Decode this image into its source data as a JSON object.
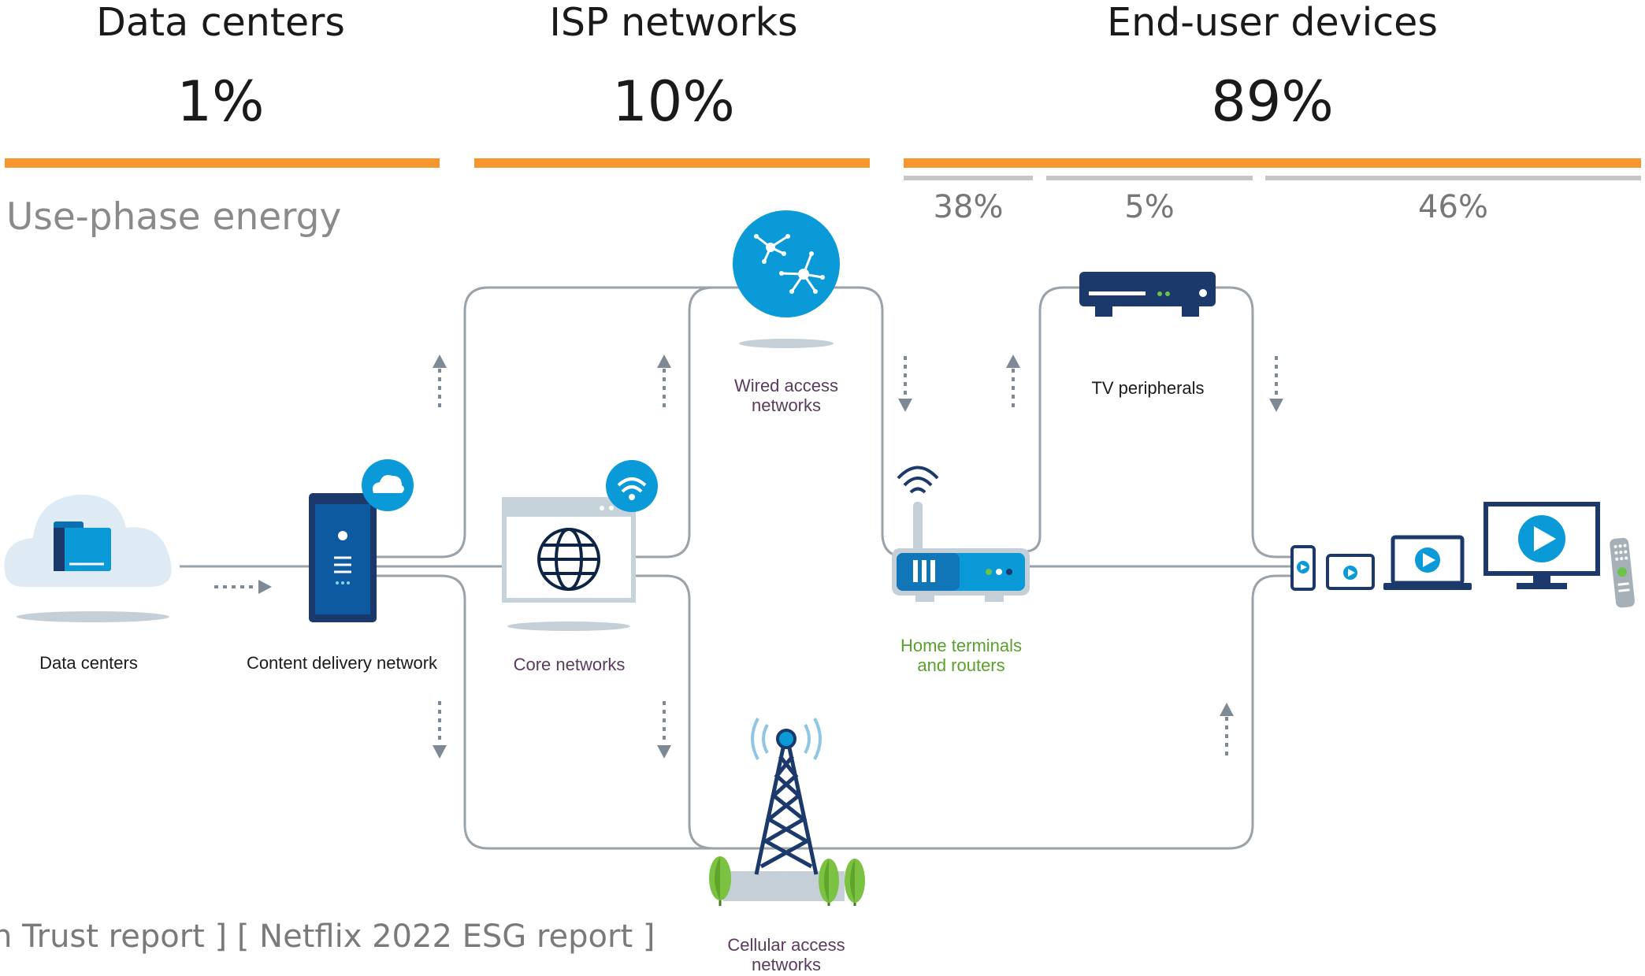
{
  "header": {
    "segments": [
      {
        "title": "Data centers",
        "percent": "1%"
      },
      {
        "title": "ISP networks",
        "percent": "10%"
      },
      {
        "title": "End-user devices",
        "percent": "89%"
      }
    ],
    "sub_percents": [
      "38%",
      "5%",
      "46%"
    ],
    "phase_label": "Use-phase energy"
  },
  "nodes": {
    "data_centers": "Data centers",
    "cdn": "Content delivery network",
    "core": "Core networks",
    "wired_line1": "Wired access",
    "wired_line2": "networks",
    "home_line1": "Home terminals",
    "home_line2": "and routers",
    "tv": "TV peripherals",
    "cellular_line1": "Cellular access",
    "cellular_line2": "networks"
  },
  "references": "n Trust report ]  [ Netflix 2022 ESG report ]",
  "colors": {
    "accent_orange": "#f7962e",
    "brand_blue": "#0a9ad8",
    "navy": "#1b3a6b",
    "link_gray": "#9aa3aa",
    "green_label": "#5aa02c",
    "purple_label": "#5a3a5e"
  }
}
